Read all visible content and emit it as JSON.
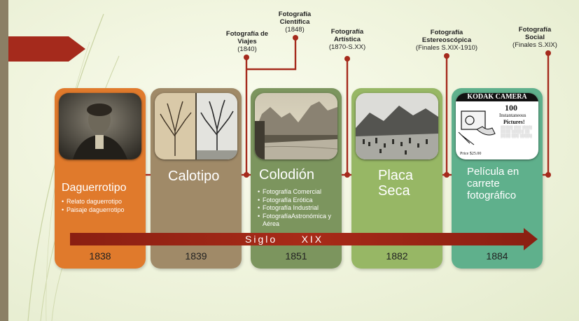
{
  "colors": {
    "accent": "#a52a1c",
    "daguerrotipo": "#e07a2c",
    "calotipo": "#a08a68",
    "colodion": "#7c955e",
    "placa_seca": "#97b765",
    "pelicula": "#5fb08c"
  },
  "cards": [
    {
      "title": "Daguerrotipo",
      "bullets": [
        "Relato daguerrotipo",
        "Paisaje daguerrotipo"
      ],
      "year": "1838"
    },
    {
      "title": "Calotipo",
      "bullets": [],
      "year": "1839"
    },
    {
      "title": "Colodión",
      "bullets": [
        "Fotografía Comercial",
        "Fotografía Erótica",
        "Fotografía Industrial",
        "FotografíaAstronómica y Aérea"
      ],
      "year": "1851"
    },
    {
      "title": "Placa Seca",
      "bullets": [],
      "year": "1882"
    },
    {
      "title": "Película en carrete fotográfico",
      "bullets": [],
      "year": "1884"
    }
  ],
  "timeline_labels": [
    {
      "name": "Fotografía de Viajes",
      "date": "(1840)"
    },
    {
      "name": "Fotografía Científica",
      "date": "(1848)"
    },
    {
      "name": "Fotografía Artística",
      "date": "(1870-S.XX)"
    },
    {
      "name": "Fotografía Estereoscópica",
      "date": "(Finales S.XIX-1910)"
    },
    {
      "name": "Fotografía Social",
      "date": "(Finales S.XIX)"
    }
  ],
  "arrow_text": "Siglo     XIX",
  "kodak_ad": {
    "header": "KODAK CAMERA",
    "count": "100",
    "line1": "Instantaneous",
    "line2": "Pictures!",
    "price": "Price $25.00"
  }
}
